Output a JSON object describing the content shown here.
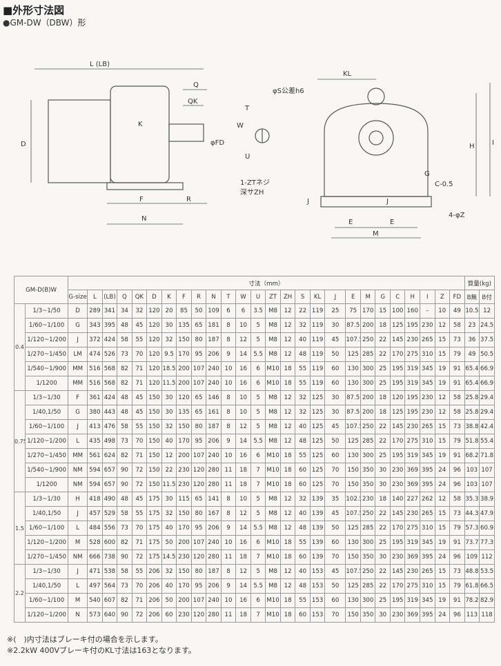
{
  "title": "■外形寸法図",
  "subtitle": "●GM-DW（DBW）形",
  "diagram_labels": {
    "L": "L (LB)",
    "Q": "Q",
    "QK": "QK",
    "K": "K",
    "D": "D",
    "FD": "φFD",
    "F": "F",
    "R": "R",
    "N": "N",
    "T": "T",
    "W": "W",
    "U": "U",
    "S": "φS公差h6",
    "ZT": "1-ZTネジ",
    "ZH": "深サZH",
    "KL": "KL",
    "H": "H",
    "I": "I",
    "G": "G",
    "C": "C-0.5",
    "J1": "J",
    "J2": "J",
    "E1": "E",
    "E2": "E",
    "M": "M",
    "Z": "4-φZ"
  },
  "table": {
    "model_header": "GM-D(B)W",
    "dim_header": "寸法（mm）",
    "mass_header": "質量(kg)",
    "columns": [
      "G-size",
      "L",
      "(LB)",
      "Q",
      "QK",
      "D",
      "K",
      "F",
      "R",
      "N",
      "T",
      "W",
      "U",
      "ZT",
      "ZH",
      "S",
      "KL",
      "J",
      "E",
      "M",
      "G",
      "C",
      "H",
      "I",
      "Z",
      "FD",
      "B無",
      "B付"
    ],
    "groups": [
      {
        "kw": "0.4",
        "rows": [
          [
            "1/3~1/50",
            "D",
            "289",
            "341",
            "34",
            "32",
            "120",
            "20",
            "85",
            "50",
            "109",
            "6",
            "6",
            "3.5",
            "M8",
            "12",
            "22",
            "119",
            "25",
            "75",
            "170",
            "15",
            "100",
            "160",
            "–",
            "10",
            "49",
            "10.5",
            "12"
          ],
          [
            "1/60~1/100",
            "G",
            "343",
            "395",
            "48",
            "45",
            "120",
            "30",
            "135",
            "65",
            "181",
            "8",
            "10",
            "5",
            "M8",
            "12",
            "32",
            "119",
            "30",
            "87.5",
            "200",
            "18",
            "125",
            "195",
            "230",
            "12",
            "58",
            "23",
            "24.5"
          ],
          [
            "1/120~1/200",
            "J",
            "372",
            "424",
            "58",
            "55",
            "120",
            "32",
            "150",
            "80",
            "187",
            "8",
            "12",
            "5",
            "M8",
            "12",
            "40",
            "119",
            "45",
            "107.5",
            "250",
            "22",
            "145",
            "230",
            "265",
            "15",
            "73",
            "36",
            "37.5"
          ],
          [
            "1/270~1/450",
            "LM",
            "474",
            "526",
            "73",
            "70",
            "120",
            "9.5",
            "170",
            "95",
            "206",
            "9",
            "14",
            "5.5",
            "M8",
            "12",
            "48",
            "119",
            "50",
            "125",
            "285",
            "22",
            "170",
            "275",
            "310",
            "15",
            "79",
            "49",
            "50.5"
          ],
          [
            "1/540~1/900",
            "MM",
            "516",
            "568",
            "82",
            "71",
            "120",
            "18.5",
            "200",
            "107",
            "240",
            "10",
            "16",
            "6",
            "M10",
            "18",
            "55",
            "119",
            "60",
            "130",
            "300",
            "25",
            "195",
            "319",
            "345",
            "19",
            "91",
            "65.4",
            "66.9"
          ],
          [
            "1/1200",
            "MM",
            "516",
            "568",
            "82",
            "71",
            "120",
            "11.5",
            "200",
            "107",
            "240",
            "10",
            "16",
            "6",
            "M10",
            "18",
            "55",
            "119",
            "60",
            "130",
            "300",
            "25",
            "195",
            "319",
            "345",
            "19",
            "91",
            "65.4",
            "66.9"
          ]
        ]
      },
      {
        "kw": "0.75",
        "rows": [
          [
            "1/3~1/30",
            "F",
            "361",
            "424",
            "48",
            "45",
            "150",
            "30",
            "120",
            "65",
            "146",
            "8",
            "10",
            "5",
            "M8",
            "12",
            "32",
            "125",
            "30",
            "87.5",
            "200",
            "18",
            "120",
            "195",
            "230",
            "12",
            "58",
            "25.8",
            "29.4"
          ],
          [
            "1/40,1/50",
            "G",
            "380",
            "443",
            "48",
            "45",
            "150",
            "30",
            "135",
            "65",
            "161",
            "8",
            "10",
            "5",
            "M8",
            "12",
            "32",
            "125",
            "30",
            "87.5",
            "200",
            "18",
            "125",
            "195",
            "230",
            "12",
            "58",
            "25.8",
            "29.4"
          ],
          [
            "1/60~1/100",
            "J",
            "413",
            "476",
            "58",
            "55",
            "150",
            "32",
            "150",
            "80",
            "187",
            "8",
            "12",
            "5",
            "M8",
            "12",
            "40",
            "125",
            "45",
            "107.5",
            "250",
            "22",
            "145",
            "230",
            "265",
            "15",
            "73",
            "38.8",
            "42.4"
          ],
          [
            "1/120~1/200",
            "L",
            "435",
            "498",
            "73",
            "70",
            "150",
            "40",
            "170",
            "95",
            "206",
            "9",
            "14",
            "5.5",
            "M8",
            "12",
            "48",
            "125",
            "50",
            "125",
            "285",
            "22",
            "170",
            "275",
            "310",
            "15",
            "79",
            "51.8",
            "55.4"
          ],
          [
            "1/270~1/450",
            "MM",
            "561",
            "624",
            "82",
            "71",
            "150",
            "12",
            "200",
            "107",
            "240",
            "10",
            "16",
            "6",
            "M10",
            "18",
            "55",
            "125",
            "60",
            "130",
            "300",
            "25",
            "195",
            "319",
            "345",
            "19",
            "91",
            "68.2",
            "71.8"
          ],
          [
            "1/540~1/900",
            "NM",
            "594",
            "657",
            "90",
            "72",
            "150",
            "22",
            "230",
            "120",
            "280",
            "11",
            "18",
            "7",
            "M10",
            "18",
            "60",
            "125",
            "70",
            "150",
            "350",
            "30",
            "230",
            "369",
            "395",
            "24",
            "96",
            "103",
            "107"
          ],
          [
            "1/1200",
            "NM",
            "594",
            "657",
            "90",
            "72",
            "150",
            "11.5",
            "230",
            "120",
            "280",
            "11",
            "18",
            "7",
            "M10",
            "18",
            "60",
            "125",
            "70",
            "150",
            "350",
            "30",
            "230",
            "369",
            "395",
            "24",
            "96",
            "103",
            "107"
          ]
        ]
      },
      {
        "kw": "1.5",
        "rows": [
          [
            "1/3~1/30",
            "H",
            "418",
            "490",
            "48",
            "45",
            "175",
            "30",
            "115",
            "65",
            "141",
            "8",
            "10",
            "5",
            "M8",
            "12",
            "32",
            "139",
            "35",
            "102.5",
            "230",
            "18",
            "140",
            "227",
            "262",
            "12",
            "58",
            "35.3",
            "38.9"
          ],
          [
            "1/40,1/50",
            "J",
            "457",
            "529",
            "58",
            "55",
            "175",
            "32",
            "150",
            "80",
            "167",
            "8",
            "12",
            "5",
            "M8",
            "12",
            "40",
            "139",
            "45",
            "107.5",
            "250",
            "22",
            "145",
            "230",
            "265",
            "15",
            "73",
            "44.3",
            "47.9"
          ],
          [
            "1/60~1/100",
            "L",
            "484",
            "556",
            "73",
            "70",
            "175",
            "40",
            "170",
            "95",
            "206",
            "9",
            "14",
            "5.5",
            "M8",
            "12",
            "48",
            "139",
            "50",
            "125",
            "285",
            "22",
            "170",
            "275",
            "310",
            "15",
            "79",
            "57.3",
            "60.9"
          ],
          [
            "1/120~1/200",
            "M",
            "528",
            "600",
            "82",
            "71",
            "175",
            "50",
            "200",
            "107",
            "240",
            "10",
            "16",
            "6",
            "M10",
            "18",
            "55",
            "139",
            "60",
            "130",
            "300",
            "25",
            "195",
            "319",
            "345",
            "19",
            "91",
            "73.7",
            "77.3"
          ],
          [
            "1/270~1/450",
            "NM",
            "666",
            "738",
            "90",
            "72",
            "175",
            "14.5",
            "230",
            "120",
            "280",
            "11",
            "18",
            "7",
            "M10",
            "18",
            "60",
            "139",
            "70",
            "150",
            "350",
            "30",
            "230",
            "369",
            "395",
            "24",
            "96",
            "109",
            "112"
          ]
        ]
      },
      {
        "kw": "2.2",
        "rows": [
          [
            "1/3~1/30",
            "J",
            "471",
            "538",
            "58",
            "55",
            "206",
            "32",
            "150",
            "80",
            "187",
            "8",
            "12",
            "5",
            "M8",
            "12",
            "40",
            "153",
            "45",
            "107.5",
            "250",
            "22",
            "145",
            "230",
            "265",
            "15",
            "73",
            "48.8",
            "53.5"
          ],
          [
            "1/40,1/50",
            "L",
            "497",
            "564",
            "73",
            "70",
            "206",
            "40",
            "170",
            "95",
            "206",
            "9",
            "14",
            "5.5",
            "M8",
            "12",
            "48",
            "153",
            "50",
            "125",
            "285",
            "22",
            "170",
            "275",
            "310",
            "15",
            "79",
            "61.8",
            "66.5"
          ],
          [
            "1/60~1/100",
            "M",
            "540",
            "607",
            "82",
            "71",
            "206",
            "50",
            "200",
            "107",
            "240",
            "10",
            "16",
            "6",
            "M10",
            "18",
            "55",
            "153",
            "60",
            "130",
            "300",
            "25",
            "195",
            "319",
            "345",
            "19",
            "91",
            "78.2",
            "82.9"
          ],
          [
            "1/120~1/200",
            "N",
            "573",
            "640",
            "90",
            "72",
            "206",
            "60",
            "230",
            "120",
            "280",
            "11",
            "18",
            "7",
            "M10",
            "18",
            "60",
            "153",
            "70",
            "150",
            "350",
            "30",
            "230",
            "369",
            "395",
            "24",
            "96",
            "113",
            "118"
          ]
        ]
      }
    ]
  },
  "notes": [
    "※(　)内寸法はブレーキ付の場合を示します。",
    "※2.2kW 400Vブレーキ付のKL寸法は163となります。"
  ]
}
